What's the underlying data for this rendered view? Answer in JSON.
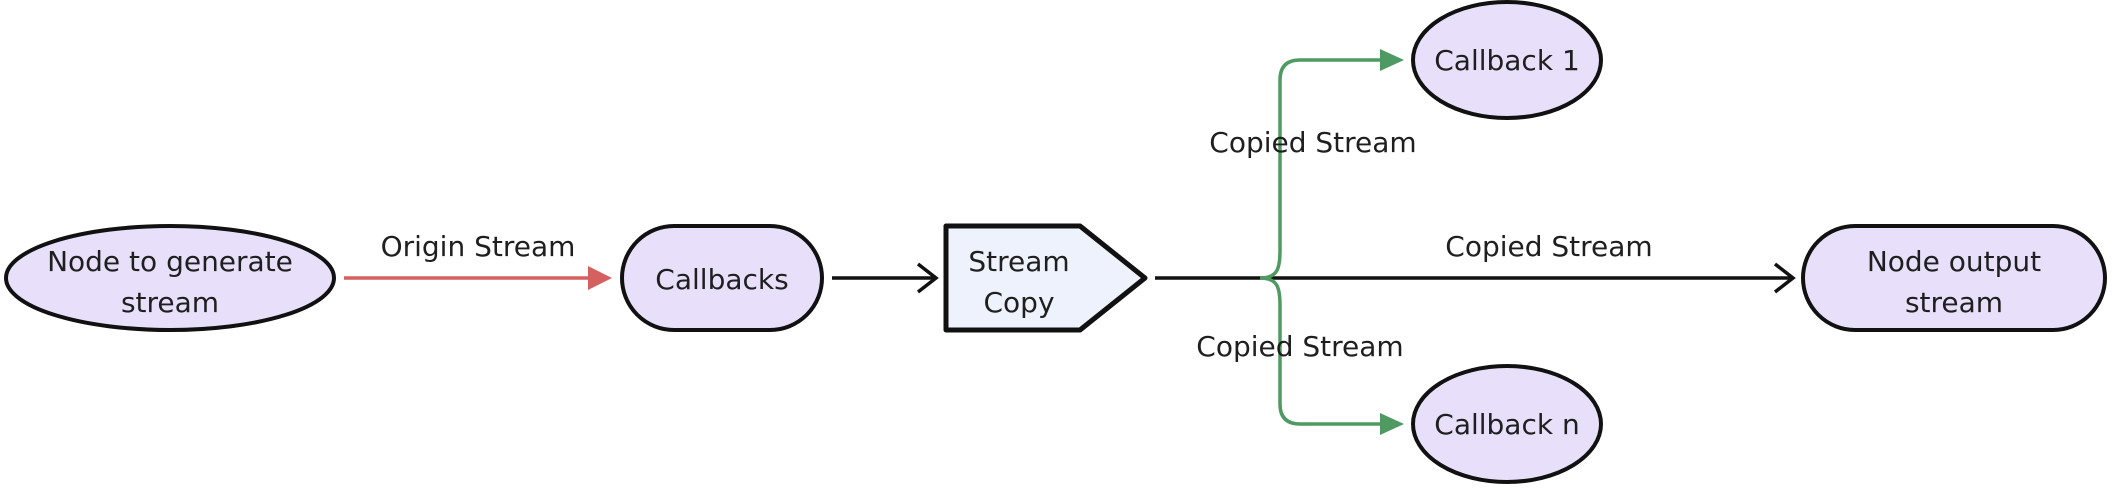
{
  "diagram": {
    "nodes": {
      "generator": {
        "line1": "Node to generate",
        "line2": "stream"
      },
      "callbacks": {
        "label": "Callbacks"
      },
      "stream_copy": {
        "line1": "Stream",
        "line2": "Copy"
      },
      "callback_1": {
        "label": "Callback 1"
      },
      "callback_n": {
        "label": "Callback n"
      },
      "output": {
        "line1": "Node output",
        "line2": "stream"
      }
    },
    "edges": {
      "origin": {
        "label": "Origin Stream",
        "color": "#d46060"
      },
      "copied_top": {
        "label": "Copied Stream",
        "color": "#4e9a62"
      },
      "copied_main": {
        "label": "Copied Stream",
        "color": "#111111"
      },
      "copied_bottom": {
        "label": "Copied Stream",
        "color": "#4e9a62"
      }
    },
    "colors": {
      "node_fill": "#e8e0fb",
      "copy_fill": "#eef2fc",
      "stroke": "#111111"
    }
  }
}
